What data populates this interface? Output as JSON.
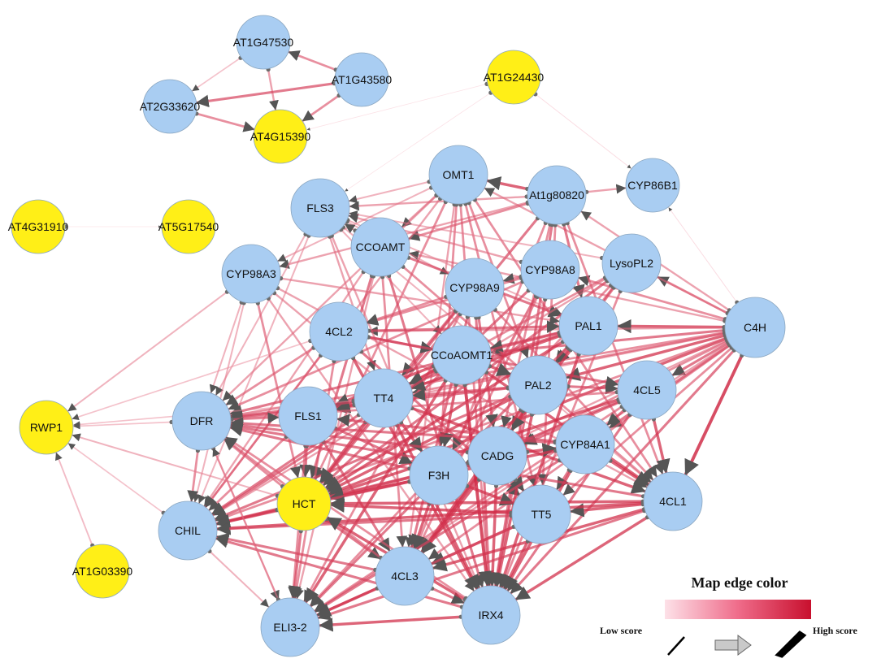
{
  "network": {
    "colors": {
      "blue_node": "#a9cdf2",
      "yellow_node": "#ffef17",
      "node_stroke": "#8aa6c0",
      "edge_low": "#f7b8c6",
      "edge_high": "#c8102e"
    },
    "nodes": [
      {
        "id": "AT1G47530",
        "color": "blue"
      },
      {
        "id": "AT1G43580",
        "color": "blue"
      },
      {
        "id": "AT2G33620",
        "color": "blue"
      },
      {
        "id": "AT4G15390",
        "color": "yellow"
      },
      {
        "id": "AT1G24430",
        "color": "yellow"
      },
      {
        "id": "AT4G31910",
        "color": "yellow"
      },
      {
        "id": "AT5G17540",
        "color": "yellow"
      },
      {
        "id": "RWP1",
        "color": "yellow"
      },
      {
        "id": "AT1G03390",
        "color": "yellow"
      },
      {
        "id": "OMT1",
        "color": "blue"
      },
      {
        "id": "At1g80820",
        "color": "blue"
      },
      {
        "id": "CYP86B1",
        "color": "blue"
      },
      {
        "id": "FLS3",
        "color": "blue"
      },
      {
        "id": "CCOAMT",
        "color": "blue"
      },
      {
        "id": "CYP98A8",
        "color": "blue"
      },
      {
        "id": "LysoPL2",
        "color": "blue"
      },
      {
        "id": "CYP98A3",
        "color": "blue"
      },
      {
        "id": "CYP98A9",
        "color": "blue"
      },
      {
        "id": "C4H",
        "color": "blue"
      },
      {
        "id": "4CL2",
        "color": "blue"
      },
      {
        "id": "PAL1",
        "color": "blue"
      },
      {
        "id": "CCoAOMT1",
        "color": "blue"
      },
      {
        "id": "PAL2",
        "color": "blue"
      },
      {
        "id": "TT4",
        "color": "blue"
      },
      {
        "id": "4CL5",
        "color": "blue"
      },
      {
        "id": "DFR",
        "color": "blue"
      },
      {
        "id": "FLS1",
        "color": "blue"
      },
      {
        "id": "CADG",
        "color": "blue"
      },
      {
        "id": "CYP84A1",
        "color": "blue"
      },
      {
        "id": "F3H",
        "color": "blue"
      },
      {
        "id": "HCT",
        "color": "yellow"
      },
      {
        "id": "4CL1",
        "color": "blue"
      },
      {
        "id": "CHIL",
        "color": "blue"
      },
      {
        "id": "TT5",
        "color": "blue"
      },
      {
        "id": "4CL3",
        "color": "blue"
      },
      {
        "id": "IRX4",
        "color": "blue"
      },
      {
        "id": "ELI3-2",
        "color": "blue"
      }
    ],
    "edges": [
      [
        "AT1G43580",
        "AT1G47530",
        0.6
      ],
      [
        "AT1G47530",
        "AT2G33620",
        0.3
      ],
      [
        "AT1G47530",
        "AT4G15390",
        0.5
      ],
      [
        "AT1G43580",
        "AT2G33620",
        0.7
      ],
      [
        "AT1G43580",
        "AT4G15390",
        0.6
      ],
      [
        "AT2G33620",
        "AT4G15390",
        0.6
      ],
      [
        "AT1G24430",
        "AT4G15390",
        0.05
      ],
      [
        "AT1G24430",
        "CYP86B1",
        0.1
      ],
      [
        "AT1G24430",
        "FLS3",
        0.05
      ],
      [
        "AT4G31910",
        "AT5G17540",
        0.03
      ],
      [
        "AT1G03390",
        "RWP1",
        0.35
      ],
      [
        "C4H",
        "CYP86B1",
        0.1
      ],
      [
        "C4H",
        "LysoPL2",
        0.6
      ],
      [
        "C4H",
        "PAL1",
        0.8
      ],
      [
        "C4H",
        "4CL5",
        0.7
      ],
      [
        "C4H",
        "4CL1",
        0.9
      ],
      [
        "C4H",
        "CCoAOMT1",
        0.7
      ],
      [
        "C4H",
        "CYP98A8",
        0.6
      ],
      [
        "C4H",
        "At1g80820",
        0.5
      ],
      [
        "C4H",
        "PAL2",
        0.8
      ],
      [
        "C4H",
        "CYP84A1",
        0.7
      ],
      [
        "C4H",
        "TT5",
        0.6
      ],
      [
        "C4H",
        "IRX4",
        0.7
      ],
      [
        "C4H",
        "4CL3",
        0.6
      ],
      [
        "C4H",
        "CADG",
        0.6
      ],
      [
        "C4H",
        "F3H",
        0.5
      ],
      [
        "C4H",
        "HCT",
        0.8
      ],
      [
        "C4H",
        "DFR",
        0.6
      ],
      [
        "C4H",
        "FLS1",
        0.5
      ],
      [
        "C4H",
        "TT4",
        0.6
      ],
      [
        "C4H",
        "4CL2",
        0.5
      ],
      [
        "C4H",
        "OMT1",
        0.5
      ],
      [
        "C4H",
        "CCOAMT",
        0.5
      ],
      [
        "C4H",
        "CHIL",
        0.6
      ],
      [
        "C4H",
        "ELI3-2",
        0.5
      ],
      [
        "At1g80820",
        "CYP86B1",
        0.5
      ],
      [
        "At1g80820",
        "OMT1",
        0.8
      ],
      [
        "At1g80820",
        "FLS3",
        0.5
      ],
      [
        "At1g80820",
        "CCOAMT",
        0.6
      ],
      [
        "At1g80820",
        "PAL1",
        0.7
      ],
      [
        "At1g80820",
        "4CL1",
        0.6
      ],
      [
        "At1g80820",
        "IRX4",
        0.7
      ],
      [
        "At1g80820",
        "4CL3",
        0.6
      ],
      [
        "At1g80820",
        "CADG",
        0.6
      ],
      [
        "At1g80820",
        "HCT",
        0.7
      ],
      [
        "At1g80820",
        "TT5",
        0.6
      ],
      [
        "At1g80820",
        "CYP98A3",
        0.5
      ],
      [
        "OMT1",
        "FLS3",
        0.4
      ],
      [
        "OMT1",
        "CCOAMT",
        0.5
      ],
      [
        "OMT1",
        "PAL2",
        0.6
      ],
      [
        "OMT1",
        "F3H",
        0.6
      ],
      [
        "OMT1",
        "TT5",
        0.6
      ],
      [
        "OMT1",
        "IRX4",
        0.6
      ],
      [
        "OMT1",
        "4CL3",
        0.5
      ],
      [
        "OMT1",
        "HCT",
        0.6
      ],
      [
        "OMT1",
        "DFR",
        0.5
      ],
      [
        "OMT1",
        "4CL1",
        0.6
      ],
      [
        "OMT1",
        "CHIL",
        0.5
      ],
      [
        "OMT1",
        "CYP98A3",
        0.4
      ],
      [
        "FLS3",
        "CCoAOMT1",
        0.4
      ],
      [
        "FLS3",
        "TT4",
        0.5
      ],
      [
        "FLS3",
        "DFR",
        0.4
      ],
      [
        "FLS3",
        "CHIL",
        0.4
      ],
      [
        "FLS3",
        "4CL1",
        0.4
      ],
      [
        "FLS3",
        "IRX4",
        0.5
      ],
      [
        "FLS3",
        "CYP98A9",
        0.4
      ],
      [
        "FLS3",
        "PAL1",
        0.4
      ],
      [
        "CCOAMT",
        "FLS3",
        0.5
      ],
      [
        "CCOAMT",
        "PAL1",
        0.7
      ],
      [
        "CCOAMT",
        "4CL1",
        0.6
      ],
      [
        "CCOAMT",
        "IRX4",
        0.7
      ],
      [
        "CCOAMT",
        "4CL3",
        0.6
      ],
      [
        "CCOAMT",
        "HCT",
        0.7
      ],
      [
        "CCOAMT",
        "ELI3-2",
        0.5
      ],
      [
        "CCOAMT",
        "CHIL",
        0.5
      ],
      [
        "CYP98A8",
        "CYP98A9",
        0.6
      ],
      [
        "CYP98A8",
        "4CL2",
        0.6
      ],
      [
        "CYP98A8",
        "F3H",
        0.7
      ],
      [
        "CYP98A8",
        "IRX4",
        0.7
      ],
      [
        "CYP98A8",
        "HCT",
        0.7
      ],
      [
        "CYP98A8",
        "DFR",
        0.6
      ],
      [
        "CYP98A8",
        "4CL3",
        0.6
      ],
      [
        "CYP98A8",
        "FLS3",
        0.5
      ],
      [
        "LysoPL2",
        "PAL2",
        0.6
      ],
      [
        "LysoPL2",
        "TT4",
        0.6
      ],
      [
        "LysoPL2",
        "4CL3",
        0.7
      ],
      [
        "LysoPL2",
        "HCT",
        0.7
      ],
      [
        "LysoPL2",
        "IRX4",
        0.6
      ],
      [
        "LysoPL2",
        "ELI3-2",
        0.6
      ],
      [
        "LysoPL2",
        "FLS3",
        0.4
      ],
      [
        "LysoPL2",
        "CHIL",
        0.5
      ],
      [
        "CYP98A3",
        "RWP1",
        0.4
      ],
      [
        "CYP98A3",
        "PAL1",
        0.5
      ],
      [
        "CYP98A3",
        "4CL1",
        0.5
      ],
      [
        "CYP98A3",
        "IRX4",
        0.5
      ],
      [
        "CYP98A3",
        "HCT",
        0.6
      ],
      [
        "CYP98A3",
        "CHIL",
        0.4
      ],
      [
        "CYP98A3",
        "DFR",
        0.4
      ],
      [
        "CYP98A3",
        "TT5",
        0.5
      ],
      [
        "CYP98A9",
        "4CL2",
        0.6
      ],
      [
        "CYP98A9",
        "TT4",
        0.7
      ],
      [
        "CYP98A9",
        "CADG",
        0.7
      ],
      [
        "CYP98A9",
        "4CL3",
        0.7
      ],
      [
        "CYP98A9",
        "ELI3-2",
        0.6
      ],
      [
        "CYP98A9",
        "HCT",
        0.7
      ],
      [
        "CYP98A9",
        "4CL1",
        0.6
      ],
      [
        "CYP98A9",
        "IRX4",
        0.7
      ],
      [
        "4CL2",
        "CCoAOMT1",
        0.7
      ],
      [
        "4CL2",
        "PAL1",
        0.7
      ],
      [
        "4CL2",
        "4CL5",
        0.7
      ],
      [
        "4CL2",
        "TT5",
        0.7
      ],
      [
        "4CL2",
        "IRX4",
        0.8
      ],
      [
        "4CL2",
        "ELI3-2",
        0.6
      ],
      [
        "4CL2",
        "CHIL",
        0.6
      ],
      [
        "4CL2",
        "DFR",
        0.6
      ],
      [
        "4CL2",
        "RWP1",
        0.3
      ],
      [
        "PAL1",
        "CCoAOMT1",
        0.7
      ],
      [
        "PAL1",
        "PAL2",
        0.7
      ],
      [
        "PAL1",
        "TT4",
        0.8
      ],
      [
        "PAL1",
        "FLS1",
        0.7
      ],
      [
        "PAL1",
        "DFR",
        0.7
      ],
      [
        "PAL1",
        "IRX4",
        0.8
      ],
      [
        "PAL1",
        "4CL3",
        0.8
      ],
      [
        "PAL1",
        "ELI3-2",
        0.7
      ],
      [
        "PAL1",
        "HCT",
        0.8
      ],
      [
        "CCoAOMT1",
        "PAL2",
        0.8
      ],
      [
        "CCoAOMT1",
        "TT4",
        0.8
      ],
      [
        "CCoAOMT1",
        "FLS1",
        0.8
      ],
      [
        "CCoAOMT1",
        "F3H",
        0.8
      ],
      [
        "CCoAOMT1",
        "IRX4",
        0.9
      ],
      [
        "CCoAOMT1",
        "ELI3-2",
        0.8
      ],
      [
        "CCoAOMT1",
        "CHIL",
        0.7
      ],
      [
        "CCoAOMT1",
        "4CL1",
        0.8
      ],
      [
        "PAL2",
        "4CL5",
        0.7
      ],
      [
        "PAL2",
        "CADG",
        0.8
      ],
      [
        "PAL2",
        "HCT",
        0.8
      ],
      [
        "PAL2",
        "IRX4",
        0.8
      ],
      [
        "PAL2",
        "DFR",
        0.7
      ],
      [
        "PAL2",
        "4CL3",
        0.8
      ],
      [
        "PAL2",
        "CHIL",
        0.7
      ],
      [
        "PAL2",
        "TT4",
        0.7
      ],
      [
        "TT4",
        "FLS1",
        0.8
      ],
      [
        "TT4",
        "F3H",
        0.8
      ],
      [
        "TT4",
        "DFR",
        0.7
      ],
      [
        "TT4",
        "CHIL",
        0.7
      ],
      [
        "TT4",
        "4CL1",
        0.8
      ],
      [
        "TT4",
        "IRX4",
        0.8
      ],
      [
        "TT4",
        "HCT",
        0.8
      ],
      [
        "TT4",
        "RWP1",
        0.3
      ],
      [
        "4CL5",
        "CADG",
        0.7
      ],
      [
        "4CL5",
        "CYP84A1",
        0.7
      ],
      [
        "4CL5",
        "F3H",
        0.7
      ],
      [
        "4CL5",
        "4CL1",
        0.8
      ],
      [
        "4CL5",
        "IRX4",
        0.7
      ],
      [
        "4CL5",
        "HCT",
        0.8
      ],
      [
        "4CL5",
        "DFR",
        0.6
      ],
      [
        "4CL5",
        "ELI3-2",
        0.6
      ],
      [
        "DFR",
        "RWP1",
        0.3
      ],
      [
        "DFR",
        "FLS1",
        0.6
      ],
      [
        "DFR",
        "CHIL",
        0.6
      ],
      [
        "DFR",
        "ELI3-2",
        0.5
      ],
      [
        "FLS1",
        "HCT",
        0.7
      ],
      [
        "FLS1",
        "F3H",
        0.7
      ],
      [
        "FLS1",
        "CHIL",
        0.6
      ],
      [
        "FLS1",
        "4CL3",
        0.7
      ],
      [
        "FLS1",
        "ELI3-2",
        0.6
      ],
      [
        "CADG",
        "CYP84A1",
        0.8
      ],
      [
        "CADG",
        "F3H",
        0.8
      ],
      [
        "CADG",
        "TT5",
        0.8
      ],
      [
        "CADG",
        "HCT",
        0.8
      ],
      [
        "CADG",
        "4CL3",
        0.8
      ],
      [
        "CADG",
        "IRX4",
        0.8
      ],
      [
        "CADG",
        "DFR",
        0.7
      ],
      [
        "CADG",
        "CHIL",
        0.7
      ],
      [
        "CYP84A1",
        "4CL1",
        0.8
      ],
      [
        "CYP84A1",
        "TT5",
        0.7
      ],
      [
        "CYP84A1",
        "HCT",
        0.8
      ],
      [
        "CYP84A1",
        "IRX4",
        0.8
      ],
      [
        "CYP84A1",
        "DFR",
        0.7
      ],
      [
        "CYP84A1",
        "FLS1",
        0.7
      ],
      [
        "CYP84A1",
        "ELI3-2",
        0.7
      ],
      [
        "F3H",
        "HCT",
        0.8
      ],
      [
        "F3H",
        "4CL3",
        0.8
      ],
      [
        "F3H",
        "TT5",
        0.8
      ],
      [
        "F3H",
        "CHIL",
        0.7
      ],
      [
        "F3H",
        "DFR",
        0.7
      ],
      [
        "HCT",
        "CHIL",
        0.8
      ],
      [
        "HCT",
        "ELI3-2",
        0.7
      ],
      [
        "HCT",
        "DFR",
        0.6
      ],
      [
        "HCT",
        "RWP1",
        0.4
      ],
      [
        "HCT",
        "4CL3",
        0.7
      ],
      [
        "4CL1",
        "TT5",
        0.8
      ],
      [
        "4CL1",
        "IRX4",
        0.8
      ],
      [
        "4CL1",
        "4CL3",
        0.8
      ],
      [
        "4CL1",
        "CHIL",
        0.8
      ],
      [
        "4CL1",
        "HCT",
        0.8
      ],
      [
        "4CL1",
        "DFR",
        0.7
      ],
      [
        "4CL1",
        "ELI3-2",
        0.7
      ],
      [
        "TT5",
        "4CL3",
        0.8
      ],
      [
        "TT5",
        "IRX4",
        0.8
      ],
      [
        "TT5",
        "ELI3-2",
        0.7
      ],
      [
        "TT5",
        "CHIL",
        0.7
      ],
      [
        "TT5",
        "HCT",
        0.8
      ],
      [
        "4CL3",
        "IRX4",
        0.7
      ],
      [
        "4CL3",
        "ELI3-2",
        0.8
      ],
      [
        "4CL3",
        "CHIL",
        0.7
      ],
      [
        "4CL3",
        "DFR",
        0.6
      ],
      [
        "IRX4",
        "ELI3-2",
        0.8
      ],
      [
        "IRX4",
        "CHIL",
        0.7
      ],
      [
        "IRX4",
        "HCT",
        0.8
      ],
      [
        "IRX4",
        "DFR",
        0.6
      ],
      [
        "CHIL",
        "ELI3-2",
        0.4
      ],
      [
        "CHIL",
        "RWP1",
        0.3
      ],
      [
        "ELI3-2",
        "DFR",
        0.4
      ]
    ]
  },
  "legend": {
    "title": "Map edge color",
    "low_label": "Low score",
    "high_label": "High score"
  }
}
